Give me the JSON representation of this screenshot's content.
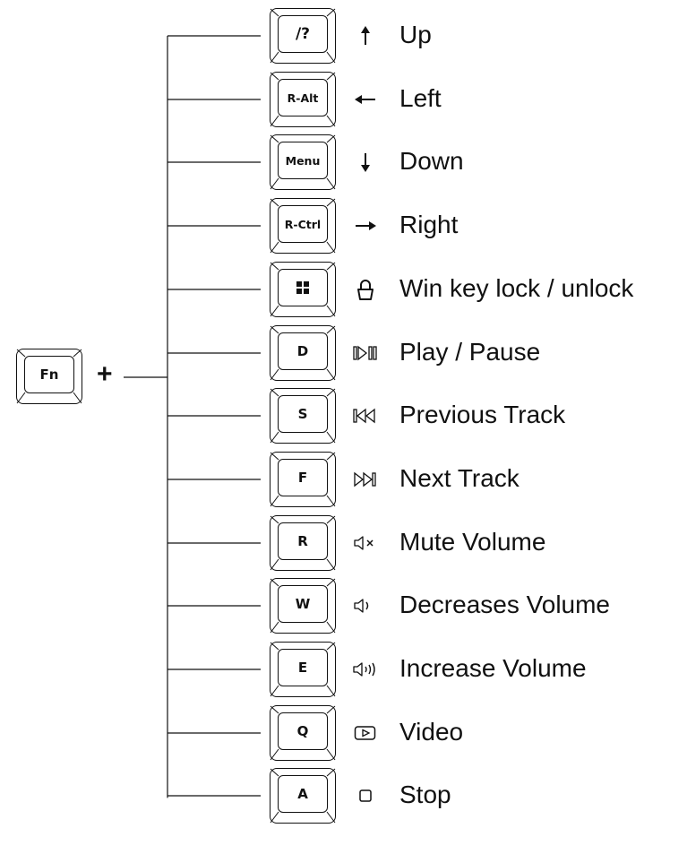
{
  "modifier": {
    "key": "Fn",
    "plus": "+"
  },
  "rows": [
    {
      "key": "/?",
      "icon": "arrow-up-icon",
      "label": "Up"
    },
    {
      "key": "R-Alt",
      "icon": "arrow-left-icon",
      "label": "Left"
    },
    {
      "key": "Menu",
      "icon": "arrow-down-icon",
      "label": "Down"
    },
    {
      "key": "R-Ctrl",
      "icon": "arrow-right-icon",
      "label": "Right"
    },
    {
      "key": "",
      "icon": "lock-icon",
      "label": "Win key lock / unlock",
      "key_icon": "windows-logo-icon"
    },
    {
      "key": "D",
      "icon": "play-pause-icon",
      "label": "Play / Pause"
    },
    {
      "key": "S",
      "icon": "previous-track-icon",
      "label": "Previous Track"
    },
    {
      "key": "F",
      "icon": "next-track-icon",
      "label": "Next Track"
    },
    {
      "key": "R",
      "icon": "mute-icon",
      "label": "Mute Volume"
    },
    {
      "key": "W",
      "icon": "volume-down-icon",
      "label": "Decreases Volume"
    },
    {
      "key": "E",
      "icon": "volume-up-icon",
      "label": "Increase Volume"
    },
    {
      "key": "Q",
      "icon": "video-icon",
      "label": "Video"
    },
    {
      "key": "A",
      "icon": "stop-icon",
      "label": "Stop"
    }
  ]
}
